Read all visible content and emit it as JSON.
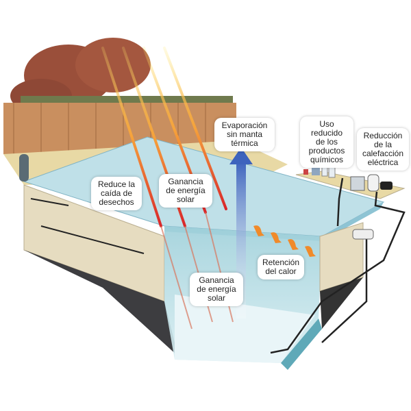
{
  "labels": {
    "evaporation": "Evaporación\nsin manta\ntérmica",
    "chemicals": "Uso reducido\nde los\nproductos\nquímicos",
    "heating": "Reducción\nde la\ncalefacción\neléctrica",
    "debris": "Reduce la\ncaída de\ndesechos",
    "solar_top": "Ganancia\nde energía\nsolar",
    "solar_bottom": "Ganancia\nde energía\nsolar",
    "heat_retention": "Retención\ndel calor"
  },
  "colors": {
    "water": "#bfe0e8",
    "wall": "#e6dcc0",
    "fence": "#c98f5f",
    "tree": "#9a4f3a",
    "evaporation_arrow": "#4a6fc0",
    "heat": "#f08a2a"
  }
}
